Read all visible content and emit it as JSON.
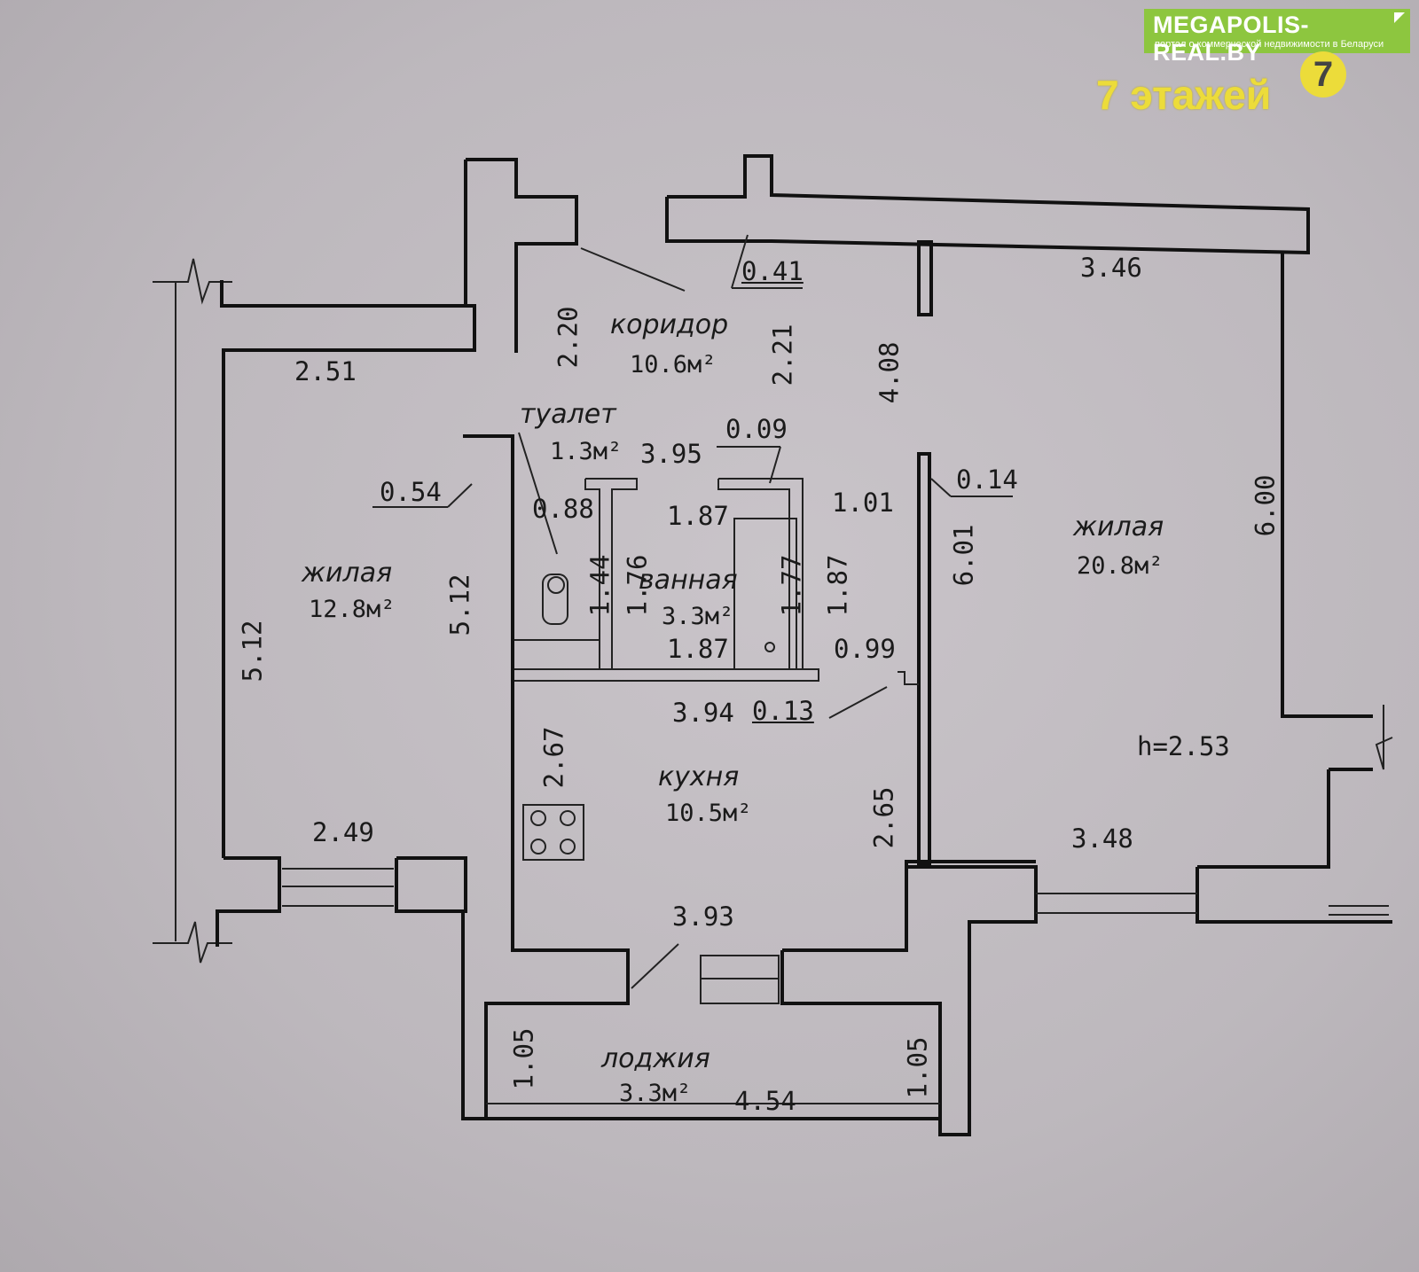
{
  "watermark": {
    "site": "MEGAPOLIS-REAL.BY",
    "tagline": "портал о коммерческой недвижимости в Беларуси",
    "floors_text": "7 этажей",
    "badge_text": "7"
  },
  "rooms": {
    "corridor": {
      "name": "коридор",
      "area": "10.6м²"
    },
    "toilet": {
      "name": "туалет",
      "area": "1.3м²"
    },
    "bath": {
      "name": "ванная",
      "area": "3.3м²"
    },
    "living_small": {
      "name": "жилая",
      "area": "12.8м²"
    },
    "living_large": {
      "name": "жилая",
      "area": "20.8м²"
    },
    "kitchen": {
      "name": "кухня",
      "area": "10.5м²"
    },
    "loggia": {
      "name": "лоджия",
      "area": "3.3м²"
    }
  },
  "ceiling_height": "h=2.53",
  "dimensions": {
    "d_041": "0.41",
    "d_346": "3.46",
    "d_220": "2.20",
    "d_221": "2.21",
    "d_408": "4.08",
    "d_251": "2.51",
    "d_009": "0.09",
    "d_395": "3.95",
    "d_054": "0.54",
    "d_088": "0.88",
    "d_187_top": "1.87",
    "d_101": "1.01",
    "d_014": "0.14",
    "d_600": "6.00",
    "d_601": "6.01",
    "d_144": "1.44",
    "d_176": "1.76",
    "d_177": "1.77",
    "d_187_side": "1.87",
    "d_187_bottom": "1.87",
    "d_512_left": "5.12",
    "d_512_right": "5.12",
    "d_099": "0.99",
    "d_394": "3.94",
    "d_013": "0.13",
    "d_267": "2.67",
    "d_265": "2.65",
    "d_249": "2.49",
    "d_348": "3.48",
    "d_393": "3.93",
    "d_105_left": "1.05",
    "d_105_right": "1.05",
    "d_454": "4.54"
  }
}
